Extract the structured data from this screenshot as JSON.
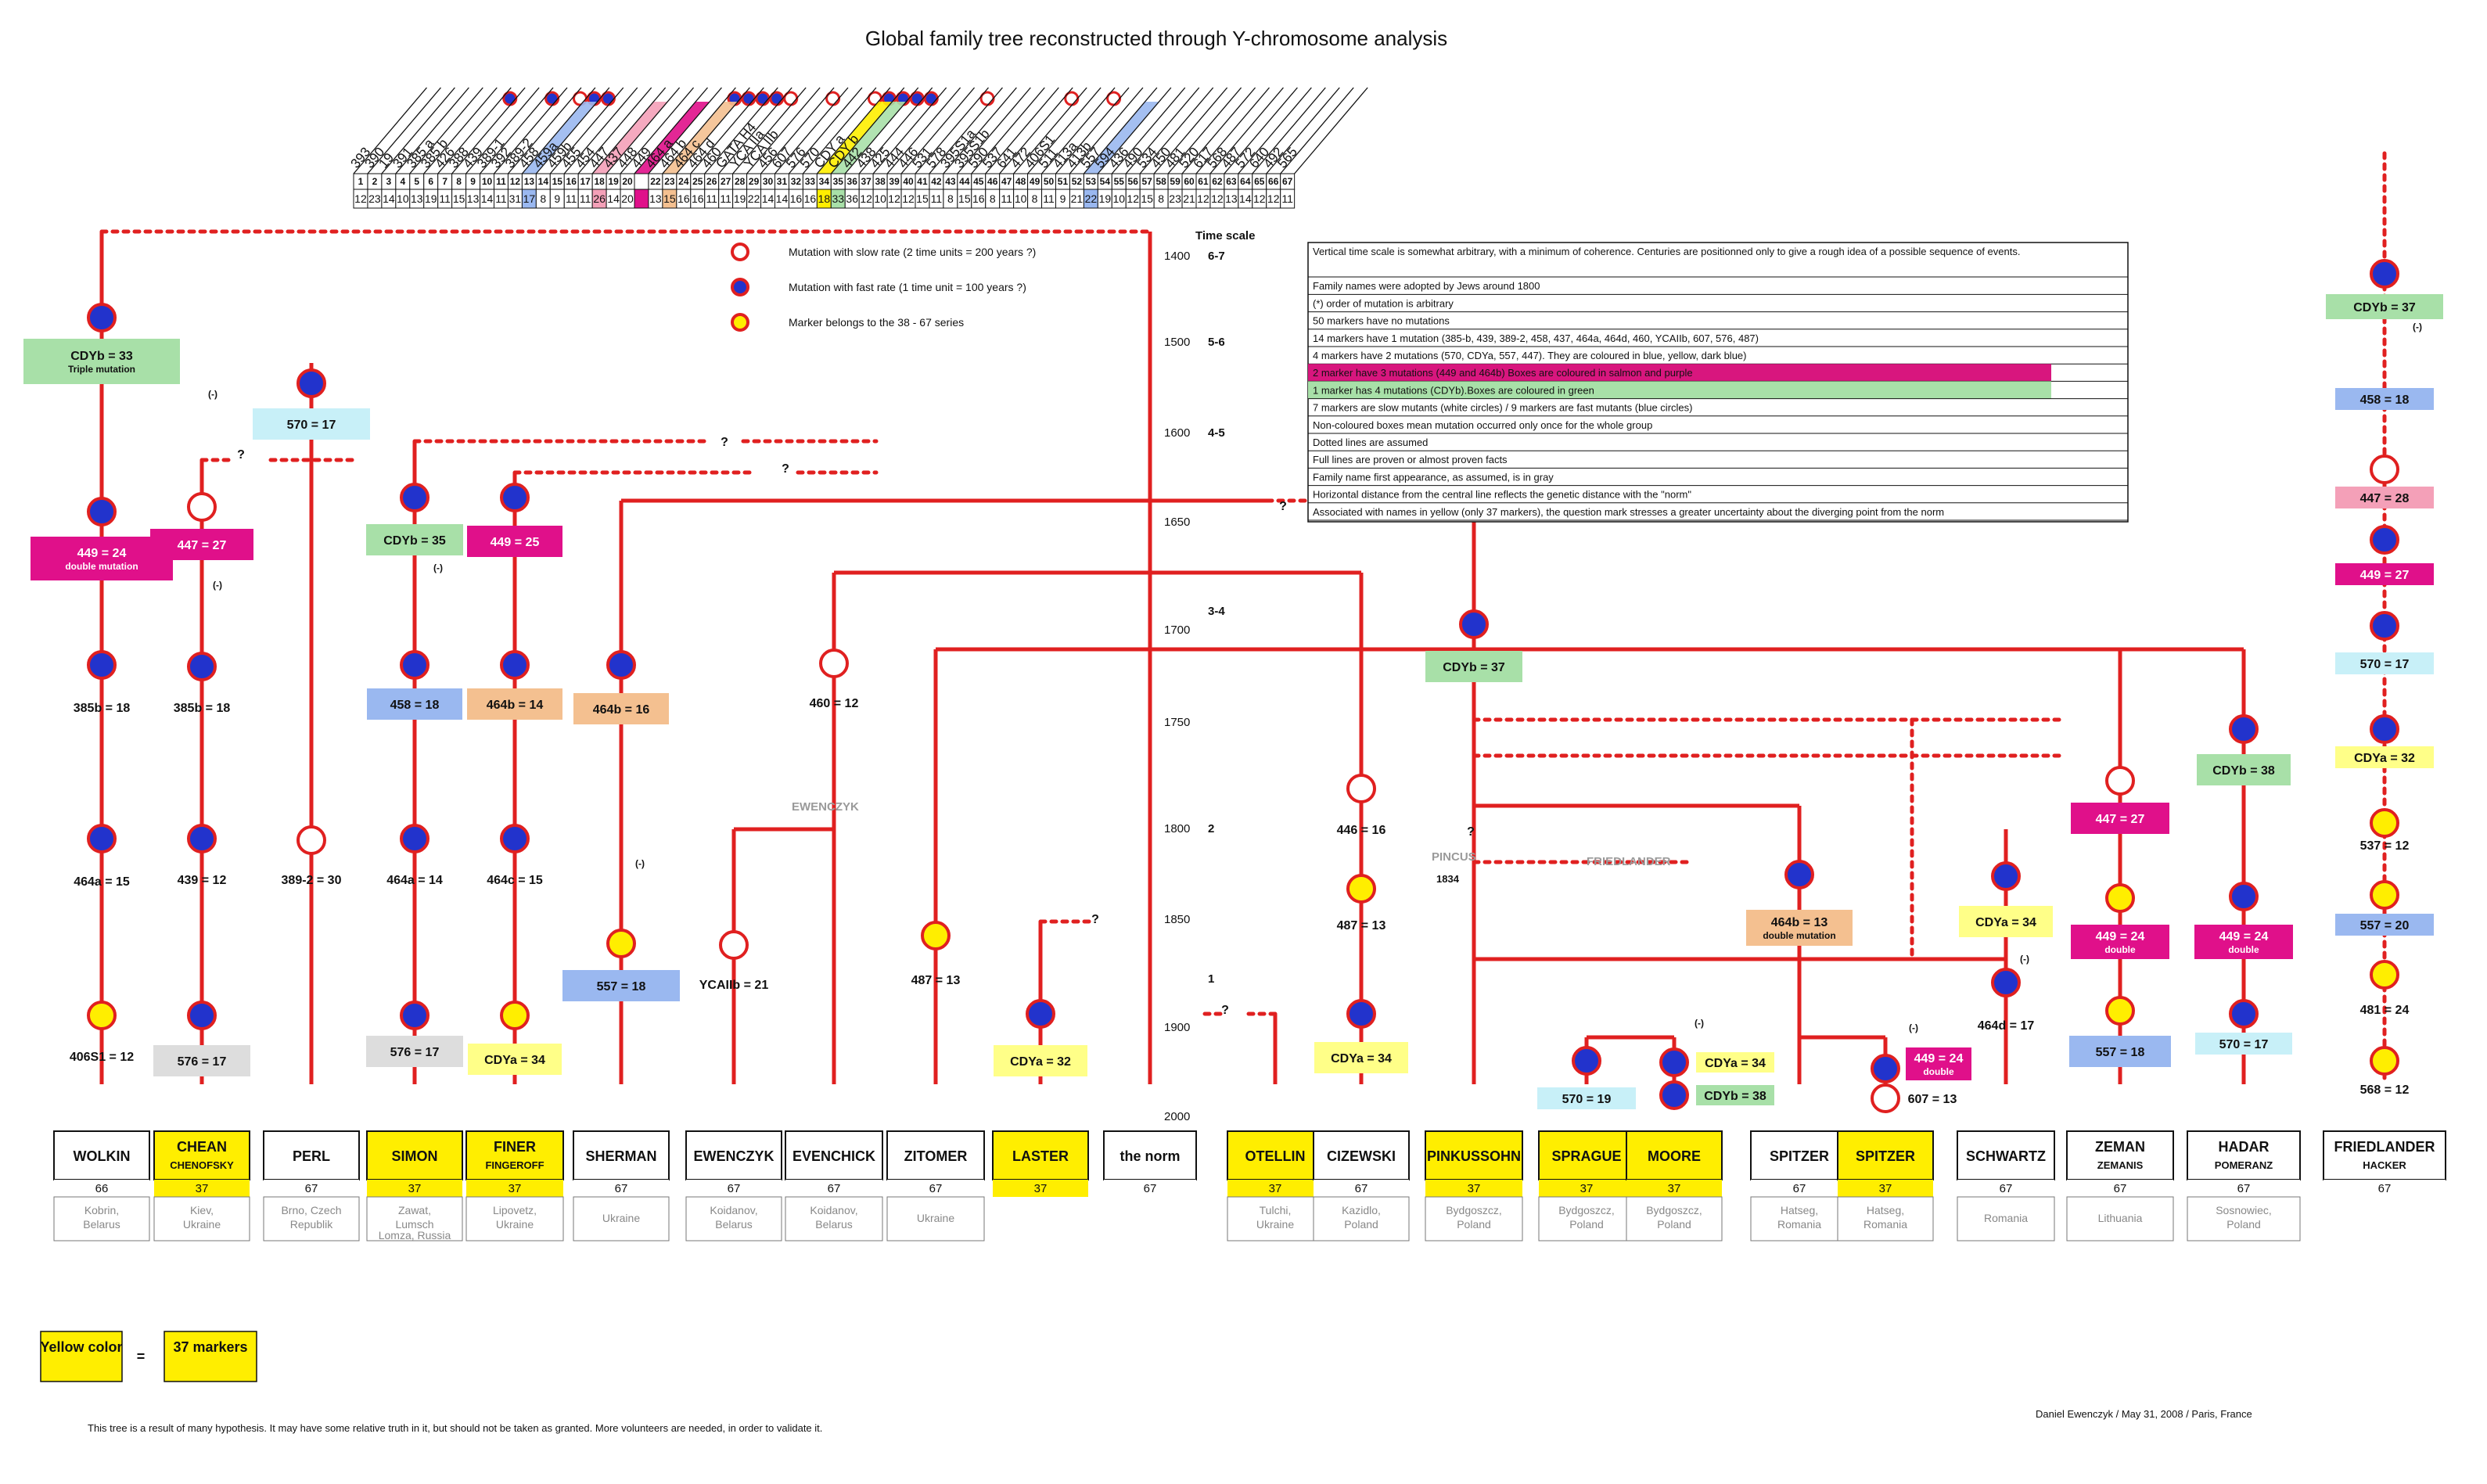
{
  "title": "Global family tree reconstructed through Y-chromosome analysis",
  "colors": {
    "line": "#e02020",
    "slow": "#ffffff",
    "fast": "#2233cc",
    "yellow": "#ffee00",
    "green": "#a8e0a8",
    "pink": "#e0108a",
    "salmon": "#f4a0b8",
    "blue": "#9ab8f0",
    "orange": "#f4c090",
    "gray": "#dddddd",
    "cyan": "#c8f0f8",
    "yellowbox": "#ffff88"
  },
  "markers": [
    {
      "name": "393",
      "r1": "1",
      "r2": "12"
    },
    {
      "name": "390",
      "r1": "2",
      "r2": "23"
    },
    {
      "name": "19",
      "r1": "3",
      "r2": "14"
    },
    {
      "name": "391",
      "r1": "4",
      "r2": "10"
    },
    {
      "name": "385 a",
      "r1": "5",
      "r2": "13"
    },
    {
      "name": "385 b",
      "r1": "6",
      "r2": "19",
      "mut": "fast"
    },
    {
      "name": "426",
      "r1": "7",
      "r2": "11"
    },
    {
      "name": "388",
      "r1": "8",
      "r2": "15"
    },
    {
      "name": "439",
      "r1": "9",
      "r2": "13",
      "mut": "fast"
    },
    {
      "name": "389-1",
      "r1": "10",
      "r2": "14"
    },
    {
      "name": "392",
      "r1": "11",
      "r2": "11",
      "mut": "slow"
    },
    {
      "name": "389-2",
      "r1": "12",
      "r2": "31",
      "mut": "fast"
    },
    {
      "name": "458",
      "r1": "13",
      "r2": "17",
      "mut": "fast",
      "hl": "blue"
    },
    {
      "name": "459a",
      "r1": "14",
      "r2": "8"
    },
    {
      "name": "459b",
      "r1": "15",
      "r2": "9"
    },
    {
      "name": "455",
      "r1": "16",
      "r2": "11"
    },
    {
      "name": "454",
      "r1": "17",
      "r2": "11"
    },
    {
      "name": "447",
      "r1": "18",
      "r2": "26",
      "hl": "salmon"
    },
    {
      "name": "437",
      "r1": "19",
      "r2": "14"
    },
    {
      "name": "448",
      "r1": "20",
      "r2": "20"
    },
    {
      "name": "449",
      "r1": "",
      "r2": "",
      "hl": "pink"
    },
    {
      "name": "464 a",
      "r1": "22",
      "r2": "13",
      "mut": "fast"
    },
    {
      "name": "464 b",
      "r1": "23",
      "r2": "15",
      "mut": "fast",
      "hl": "orange"
    },
    {
      "name": "464 c",
      "r1": "24",
      "r2": "16",
      "mut": "fast"
    },
    {
      "name": "464 d",
      "r1": "25",
      "r2": "16",
      "mut": "fast"
    },
    {
      "name": "460",
      "r1": "26",
      "r2": "11",
      "mut": "slow"
    },
    {
      "name": "GATA H4",
      "r1": "27",
      "r2": "11"
    },
    {
      "name": "YCA IIa",
      "r1": "28",
      "r2": "19"
    },
    {
      "name": "YCA IIb",
      "r1": "29",
      "r2": "22",
      "mut": "slow"
    },
    {
      "name": "456",
      "r1": "30",
      "r2": "14"
    },
    {
      "name": "607",
      "r1": "31",
      "r2": "14"
    },
    {
      "name": "576",
      "r1": "32",
      "r2": "16",
      "mut": "slow"
    },
    {
      "name": "570",
      "r1": "33",
      "r2": "16",
      "mut": "fast"
    },
    {
      "name": "CDY a",
      "r1": "34",
      "r2": "18",
      "mut": "fast",
      "hl": "yellow"
    },
    {
      "name": "CDY b",
      "r1": "35",
      "r2": "33",
      "mut": "fast",
      "hl": "green"
    },
    {
      "name": "442",
      "r1": "36",
      "r2": "36",
      "mut": "fast"
    },
    {
      "name": "438",
      "r1": "37",
      "r2": "12"
    },
    {
      "name": "425",
      "r1": "38",
      "r2": "10"
    },
    {
      "name": "444",
      "r1": "39",
      "r2": "12"
    },
    {
      "name": "446",
      "r1": "40",
      "r2": "12",
      "mut": "slow"
    },
    {
      "name": "531",
      "r1": "41",
      "r2": "15"
    },
    {
      "name": "578",
      "r1": "42",
      "r2": "11"
    },
    {
      "name": "395S1a",
      "r1": "43",
      "r2": "8"
    },
    {
      "name": "395S1b",
      "r1": "44",
      "r2": "15"
    },
    {
      "name": "590",
      "r1": "45",
      "r2": "16"
    },
    {
      "name": "537",
      "r1": "46",
      "r2": "8",
      "mut": "slow"
    },
    {
      "name": "641",
      "r1": "47",
      "r2": "11"
    },
    {
      "name": "472",
      "r1": "48",
      "r2": "10"
    },
    {
      "name": "406S1",
      "r1": "49",
      "r2": "8",
      "mut": "slow"
    },
    {
      "name": "511",
      "r1": "50",
      "r2": "11"
    },
    {
      "name": "413a",
      "r1": "51",
      "r2": "9"
    },
    {
      "name": "413b",
      "r1": "52",
      "r2": "21"
    },
    {
      "name": "557",
      "r1": "53",
      "r2": "22",
      "hl": "blue"
    },
    {
      "name": "594",
      "r1": "54",
      "r2": "19"
    },
    {
      "name": "436",
      "r1": "55",
      "r2": "10"
    },
    {
      "name": "490",
      "r1": "56",
      "r2": "12"
    },
    {
      "name": "534",
      "r1": "57",
      "r2": "15"
    },
    {
      "name": "450",
      "r1": "58",
      "r2": "8"
    },
    {
      "name": "481",
      "r1": "59",
      "r2": "23"
    },
    {
      "name": "520",
      "r1": "60",
      "r2": "21"
    },
    {
      "name": "617",
      "r1": "61",
      "r2": "12"
    },
    {
      "name": "568",
      "r1": "62",
      "r2": "12"
    },
    {
      "name": "487",
      "r1": "63",
      "r2": "13"
    },
    {
      "name": "572",
      "r1": "64",
      "r2": "14"
    },
    {
      "name": "640",
      "r1": "65",
      "r2": "12"
    },
    {
      "name": "492",
      "r1": "66",
      "r2": "12"
    },
    {
      "name": "565",
      "r1": "67",
      "r2": "11"
    }
  ],
  "time_scale": {
    "header": "Time scale",
    "ticks": [
      [
        "1400",
        "6-7"
      ],
      [
        "1500",
        "5-6"
      ],
      [
        "1600",
        "4-5"
      ],
      [
        "1650",
        ""
      ],
      [
        "1700",
        "3-4"
      ],
      [
        "1750",
        ""
      ],
      [
        "1800",
        "2"
      ],
      [
        "1850",
        ""
      ],
      [
        "1900",
        "1"
      ],
      [
        "2000",
        ""
      ]
    ]
  },
  "legend": {
    "slow": "Mutation with slow rate  (2 time units = 200 years ?)",
    "fast": "Mutation with fast rate (1 time unit = 100 years ?)",
    "yellow": "Marker belongs to the 38 - 67 series"
  },
  "notes": [
    "Vertical time scale is somewhat arbitrary, with a minimum of coherence. Centuries are positionned only to give a rough idea of a possible sequence of events.",
    "Family names were adopted by Jews around 1800",
    "(*) order of mutation is arbitrary",
    "50 markers have no mutations",
    "14 markers have 1 mutation (385-b, 439, 389-2, 458, 437, 464a, 464d, 460, YCAIIb, 607, 576, 487)",
    "4 markers have 2 mutations (570, CDYa, 557, 447). They are coloured in blue, yellow, dark blue)",
    "2 marker have 3 mutations (449 and 464b) Boxes are coloured in salmon and purple",
    "1 marker has 4 mutations (CDYb).Boxes are coloured in green",
    "7 markers are slow mutants (white circles) / 9 markers are fast mutants (blue circles)",
    "Non-coloured boxes mean mutation occurred only once for the whole group",
    "Dotted lines are assumed",
    "Full lines are proven or almost proven facts",
    "Family name first appearance, as assumed, is in gray",
    "Horizontal distance from the central line reflects the genetic distance with the \"norm\"",
    "Associated with names in yellow (only 37 markers), the question mark stresses a greater uncertainty about the diverging point from the norm"
  ],
  "families": [
    {
      "name": "WOLKIN",
      "sub": "",
      "count": "66",
      "loc1": "Kobrin,",
      "loc2": "Belarus",
      "yellow": false
    },
    {
      "name": "CHEAN",
      "sub": "CHENOFSKY",
      "count": "37",
      "loc1": "Kiev,",
      "loc2": "Ukraine",
      "yellow": true
    },
    {
      "name": "PERL",
      "sub": "",
      "count": "67",
      "loc1": "Brno, Czech",
      "loc2": "Republik",
      "yellow": false
    },
    {
      "name": "SIMON",
      "sub": "",
      "count": "37",
      "loc1": "Zawat,",
      "loc2": "Lumsch",
      "loc3": "Lomza, Russia",
      "yellow": true
    },
    {
      "name": "FINER",
      "sub": "FINGEROFF",
      "count": "37",
      "loc1": "Lipovetz,",
      "loc2": "Ukraine",
      "yellow": true
    },
    {
      "name": "SHERMAN",
      "sub": "",
      "count": "67",
      "loc1": "Ukraine",
      "loc2": "",
      "yellow": false
    },
    {
      "name": "EWENCZYK",
      "sub": "",
      "count": "67",
      "loc1": "Koidanov,",
      "loc2": "Belarus",
      "yellow": false
    },
    {
      "name": "EVENCHICK",
      "sub": "",
      "count": "67",
      "loc1": "Koidanov,",
      "loc2": "Belarus",
      "yellow": false
    },
    {
      "name": "ZITOMER",
      "sub": "",
      "count": "67",
      "loc1": "Ukraine",
      "loc2": "",
      "yellow": false
    },
    {
      "name": "LASTER",
      "sub": "",
      "count": "37",
      "loc1": "",
      "loc2": "",
      "yellow": true
    },
    {
      "name": "the norm",
      "sub": "",
      "count": "67",
      "loc1": "",
      "loc2": "",
      "yellow": false
    },
    {
      "name": "OTELLIN",
      "sub": "",
      "count": "37",
      "loc1": "Tulchi,",
      "loc2": "Ukraine",
      "yellow": true
    },
    {
      "name": "CIZEWSKI",
      "sub": "",
      "count": "67",
      "loc1": "Kazidlo,",
      "loc2": "Poland",
      "yellow": false
    },
    {
      "name": "PINKUSSOHN",
      "sub": "",
      "count": "37",
      "loc1": "Bydgoszcz,",
      "loc2": "Poland",
      "yellow": true
    },
    {
      "name": "SPRAGUE",
      "sub": "",
      "count": "37",
      "loc1": "Bydgoszcz,",
      "loc2": "Poland",
      "yellow": true
    },
    {
      "name": "MOORE",
      "sub": "",
      "count": "37",
      "loc1": "Bydgoszcz,",
      "loc2": "Poland",
      "yellow": true
    },
    {
      "name": "SPITZER",
      "sub": "",
      "count": "67",
      "loc1": "Hatseg,",
      "loc2": "Romania",
      "yellow": false
    },
    {
      "name": "SPITZER",
      "sub": "",
      "count": "37",
      "loc1": "Hatseg,",
      "loc2": "Romania",
      "yellow": true
    },
    {
      "name": "SCHWARTZ",
      "sub": "",
      "count": "67",
      "loc1": "Romania",
      "loc2": "",
      "yellow": false
    },
    {
      "name": "ZEMAN",
      "sub": "ZEMANIS",
      "count": "67",
      "loc1": "Lithuania",
      "loc2": "",
      "yellow": false
    },
    {
      "name": "HADAR",
      "sub": "POMERANZ",
      "count": "67",
      "loc1": "Sosnowiec,",
      "loc2": "Poland",
      "yellow": false
    },
    {
      "name": "FRIEDLANDER",
      "sub": "HACKER",
      "count": "67",
      "loc1": "",
      "loc2": "",
      "yellow": false
    }
  ],
  "mutation_labels": {
    "cdyb33": "CDYb = 33",
    "cdyb33_sub": "Triple mutation",
    "star": "(-)",
    "m570_17": "570 = 17",
    "m449_24": "449 = 24",
    "m449_24_sub": "double mutation",
    "m447_27": "447 = 27",
    "m385b_18": "385b = 18",
    "m464a_15": "464a = 15",
    "m406_12": "406S1 = 12",
    "m439_12": "439 = 12",
    "m576_17": "576 = 17",
    "m389_30": "389-2 = 30",
    "cdyb35": "CDYb = 35",
    "m449_25": "449 = 25",
    "m458_18": "458 = 18",
    "m464a_14": "464a = 14",
    "m464b_14": "464b = 14",
    "m464c_15": "464c = 15",
    "cdya34": "CDYa = 34",
    "m464b_16": "464b = 16",
    "m557_18": "557 = 18",
    "m460_12": "460 = 12",
    "ycaii": "YCAIIb = 21",
    "m487_13": "487 = 13",
    "cdya32": "CDYa = 32",
    "q": "?",
    "m446_16": "446 = 16",
    "cdyb37": "CDYb = 37",
    "m570_19": "570 = 19",
    "cdyb38": "CDYb = 38",
    "m464b_13": "464b = 13",
    "double_mut": "double mutation",
    "m449_24d": "449 = 24",
    "double": "double",
    "m607_13": "607 = 13",
    "m464d_17": "464d = 17",
    "m447_27b": "447 = 27",
    "m557_18b": "557 = 18",
    "m570_17b": "570 = 17",
    "m458_18b": "458 = 18",
    "m447_28": "447 = 28",
    "m449_27": "449 = 27",
    "m537_12": "537 = 12",
    "m557_20": "557 = 20",
    "m481_24": "481 = 24",
    "m568_12": "568 = 12"
  },
  "gray_labels": {
    "ewenczyk": "EWENCZYK",
    "pincus": "PINCUS",
    "pincus_year": "1834",
    "friedlander": "FRIEDLANDER"
  },
  "bottom_legend": {
    "yellow": "Yellow color",
    "equals": "=",
    "markers": "37 markers"
  },
  "footer": {
    "left": "This tree is a result of many hypothesis. It may have some relative truth in it, but should not be taken as granted. More volunteers are needed, in order to validate it.",
    "right": "Daniel Ewenczyk / May 31, 2008 /  Paris, France"
  }
}
